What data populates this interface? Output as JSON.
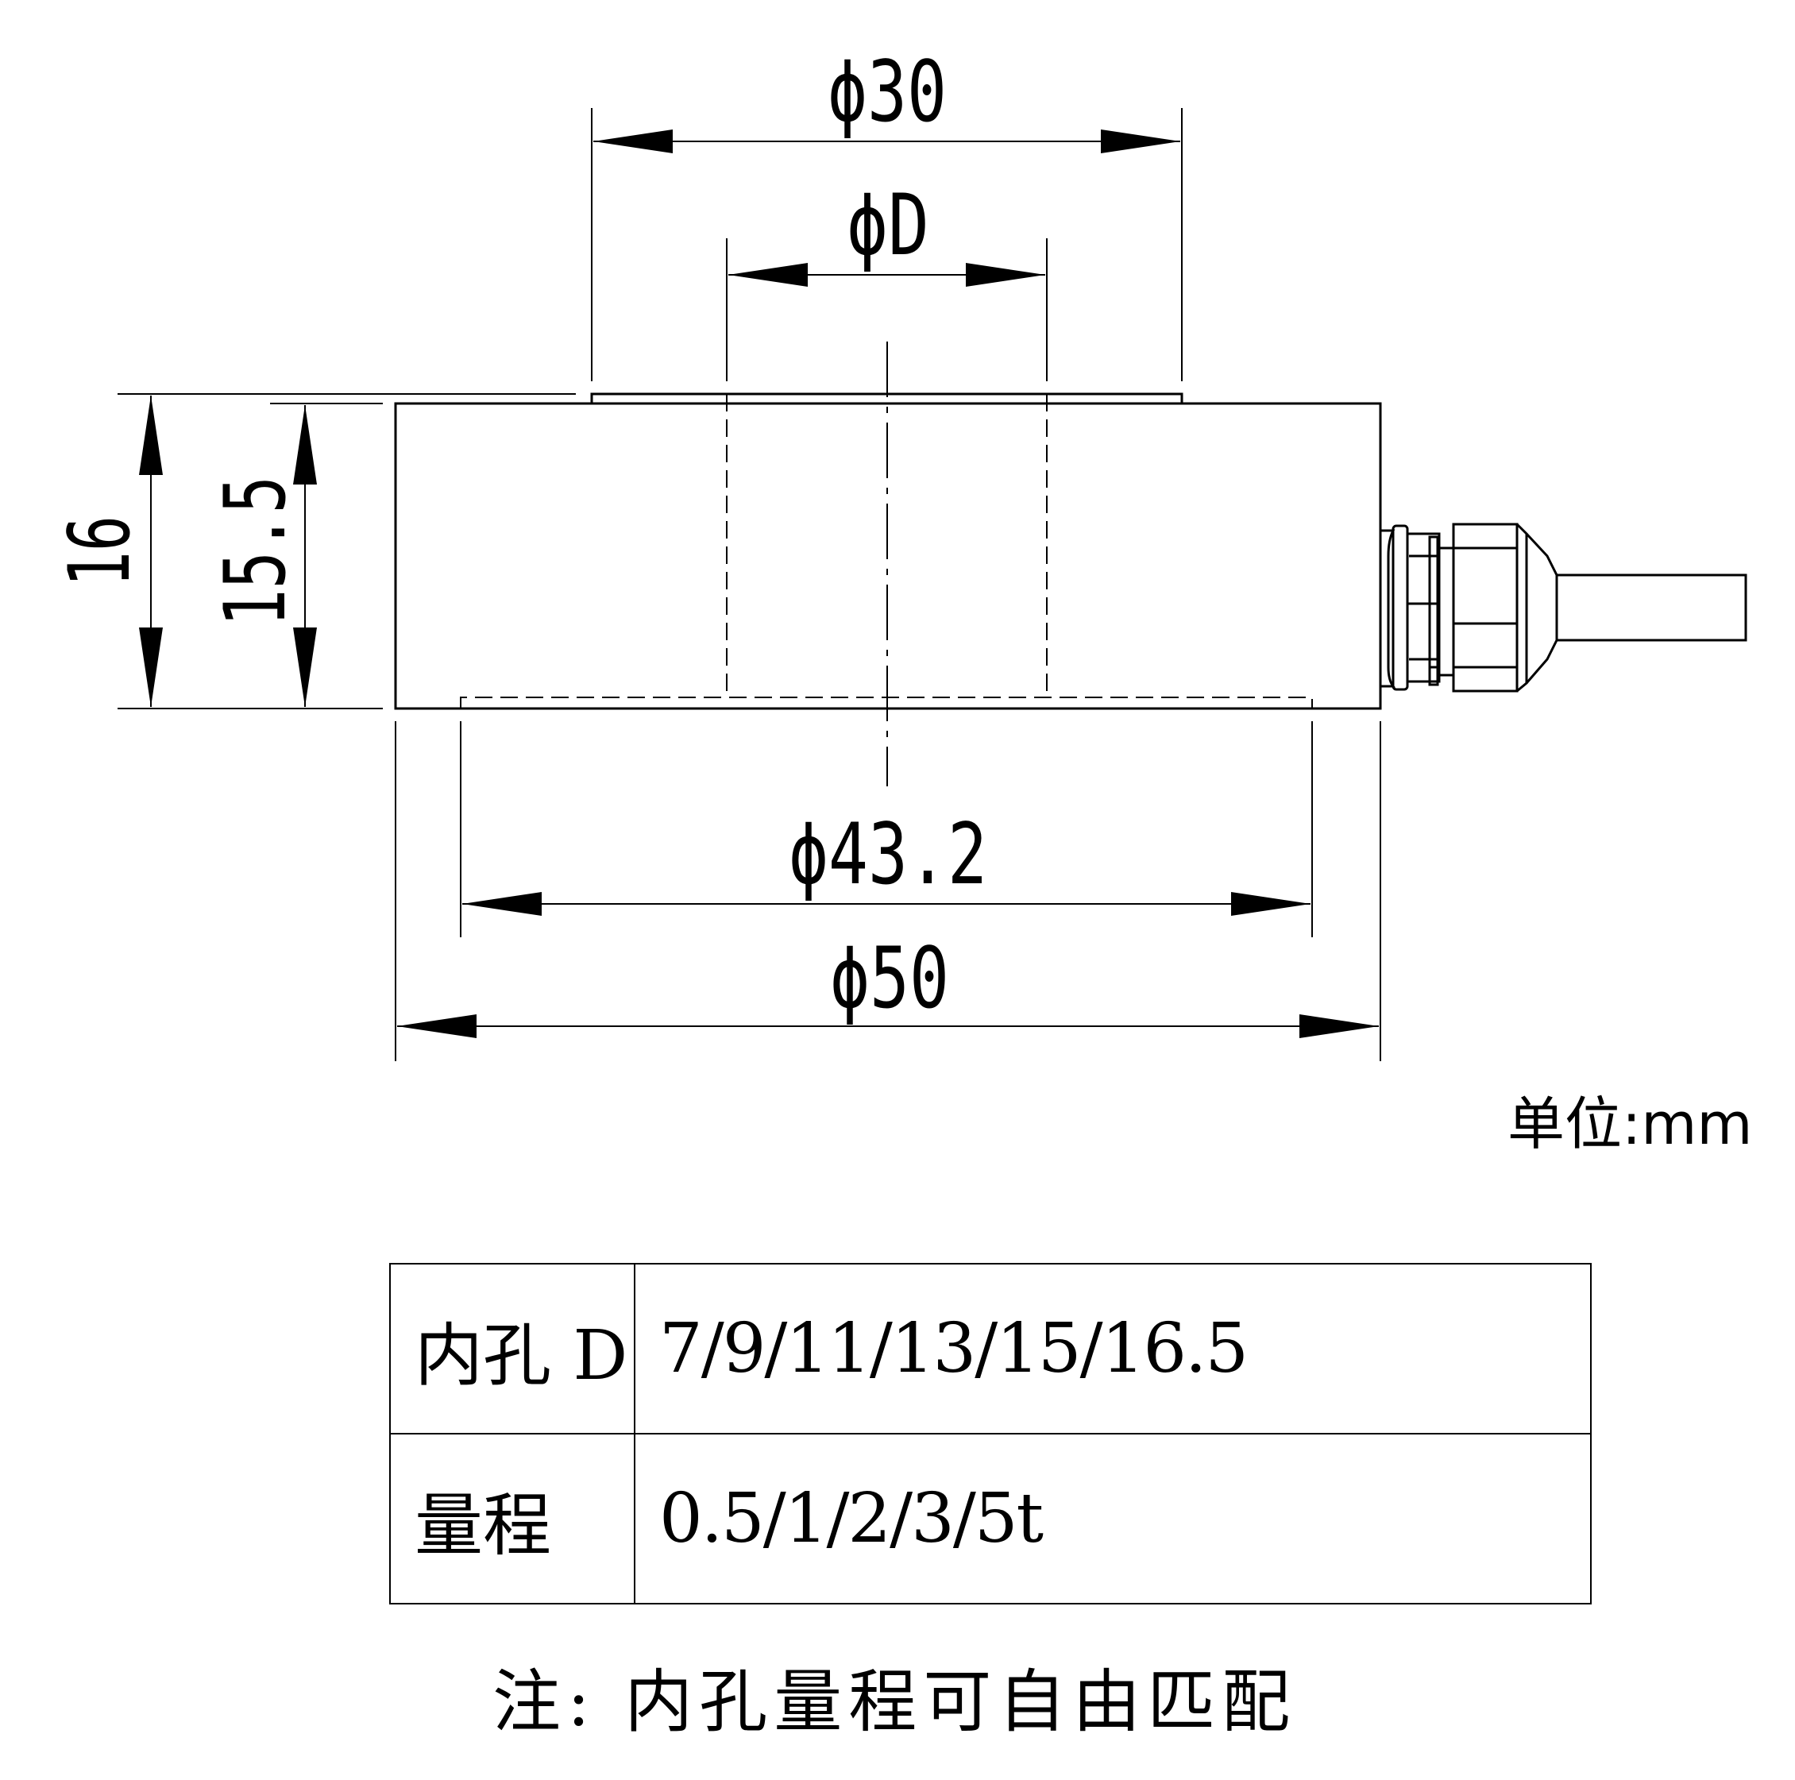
{
  "dimensions": {
    "top_outer_diameter": "ϕ30",
    "top_inner_diameter": "ϕD",
    "bottom_inner_diameter": "ϕ43.2",
    "bottom_outer_diameter": "ϕ50",
    "total_height": "16",
    "body_height": "15.5"
  },
  "unit_label": "单位:mm",
  "spec_table": {
    "rows": [
      {
        "key": "内孔 D",
        "value": "7/9/11/13/15/16.5"
      },
      {
        "key": "量程",
        "value": "0.5/1/2/3/5t"
      }
    ]
  },
  "note": "注: 内孔量程可自由匹配"
}
